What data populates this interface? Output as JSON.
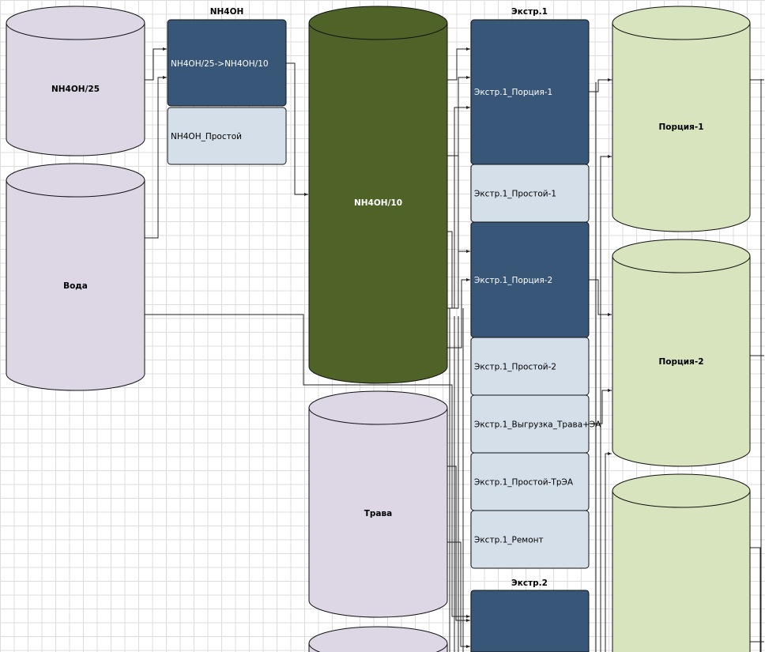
{
  "colors": {
    "storage_tank": "#dcd6e5",
    "active_tank": "#4f6228",
    "portion_tank": "#d7e4bd",
    "operation_active": "#385677",
    "operation_idle": "#d5dfea",
    "connector": "#222222"
  },
  "tanks": {
    "nh4oh25": {
      "label": "NH4OH/25"
    },
    "water": {
      "label": "Вода"
    },
    "nh4oh10": {
      "label": "NH4OH/10"
    },
    "grass": {
      "label": "Трава"
    },
    "portion1": {
      "label": "Порция-1"
    },
    "portion2": {
      "label": "Порция-2"
    }
  },
  "groups": {
    "nh4oh": {
      "title": "NH4OH",
      "ops": [
        {
          "label": "NH4OH/25->NH4OH/10"
        },
        {
          "label": "NH4OH_Простой"
        }
      ]
    },
    "extr1": {
      "title": "Экстр.1",
      "ops": [
        {
          "label": "Экстр.1_Порция-1"
        },
        {
          "label": "Экстр.1_Простой-1"
        },
        {
          "label": "Экстр.1_Порция-2"
        },
        {
          "label": "Экстр.1_Простой-2"
        },
        {
          "label": "Экстр.1_Выгрузка_Трава+ЭА"
        },
        {
          "label": "Экстр.1_Простой-ТрЭА"
        },
        {
          "label": "Экстр.1_Ремонт"
        }
      ]
    },
    "extr2": {
      "title": "Экстр.2"
    }
  }
}
